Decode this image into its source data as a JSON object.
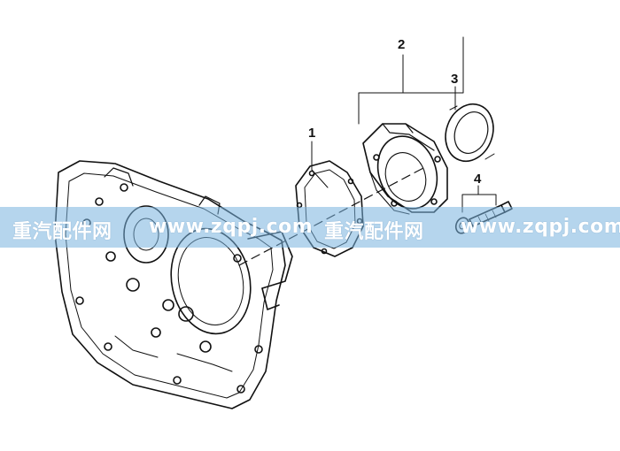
{
  "callouts": {
    "c1": "1",
    "c2": "2",
    "c3": "3",
    "c4": "4"
  },
  "watermark": {
    "cn_1": "重汽配件网",
    "url_1": "www.zqpj.com",
    "cn_2": "重汽配件网",
    "url_2": "www.zqpj.com"
  },
  "colors": {
    "line": "#111111",
    "banner": "#78b2de",
    "watermark_text": "#ffffff"
  }
}
